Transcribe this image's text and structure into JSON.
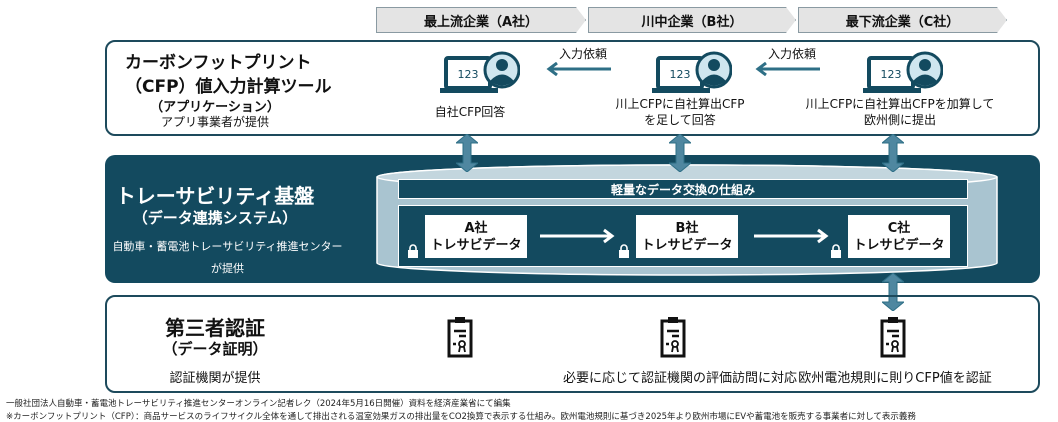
{
  "header": {
    "companies": [
      "最上流企業（A社）",
      "川中企業（B社）",
      "最下流企業（C社）"
    ]
  },
  "app_layer": {
    "title_line1": "カーボンフットプリント",
    "title_line2": "（CFP）値入力計算ツール",
    "subtitle": "（アプリケーション）",
    "provider": "アプリ事業者が提供",
    "screen_text": "123",
    "request_label": "入力依頼",
    "a_desc": "自社CFP回答",
    "b_desc_1": "川上CFPに自社算出CFP",
    "b_desc_2": "を足して回答",
    "c_desc_1": "川上CFPに自社算出CFPを加算して",
    "c_desc_2": "欧州側に提出"
  },
  "platform": {
    "title": "トレーサビリティ基盤",
    "subtitle": "（データ連携システム）",
    "provider_1": "自動車・蓄電池トレーサビリティ推進センター",
    "provider_2": "が提供",
    "exchange_label": "軽量なデータ交換の仕組み",
    "data_boxes": [
      {
        "company": "A社",
        "label": "トレサビデータ"
      },
      {
        "company": "B社",
        "label": "トレサビデータ"
      },
      {
        "company": "C社",
        "label": "トレサビデータ"
      }
    ]
  },
  "certification": {
    "title": "第三者認証",
    "subtitle": "（データ証明）",
    "provider": "認証機関が提供",
    "b_desc": "必要に応じて認証機関の評価訪問に対応",
    "c_desc": "欧州電池規則に則りCFP値を認証"
  },
  "footnotes": [
    "一般社団法人自動車・蓄電池トレーサビリティ推進センターオンライン記者レク（2024年5月16日開催）資料を経済産業省にて編集",
    "※カーボンフットプリント（CFP）：商品サービスのライフサイクル全体を通して排出される温室効果ガスの排出量をCO2換算で表示する仕組み。欧州電池規則に基づき2025年より欧州市場にEVや蓄電池を販売する事業者に対して表示義務"
  ],
  "colors": {
    "dark": "#134a5f",
    "mid": "#2e6f86",
    "light": "#a9c4d0",
    "arrow": "#4f87a0"
  }
}
